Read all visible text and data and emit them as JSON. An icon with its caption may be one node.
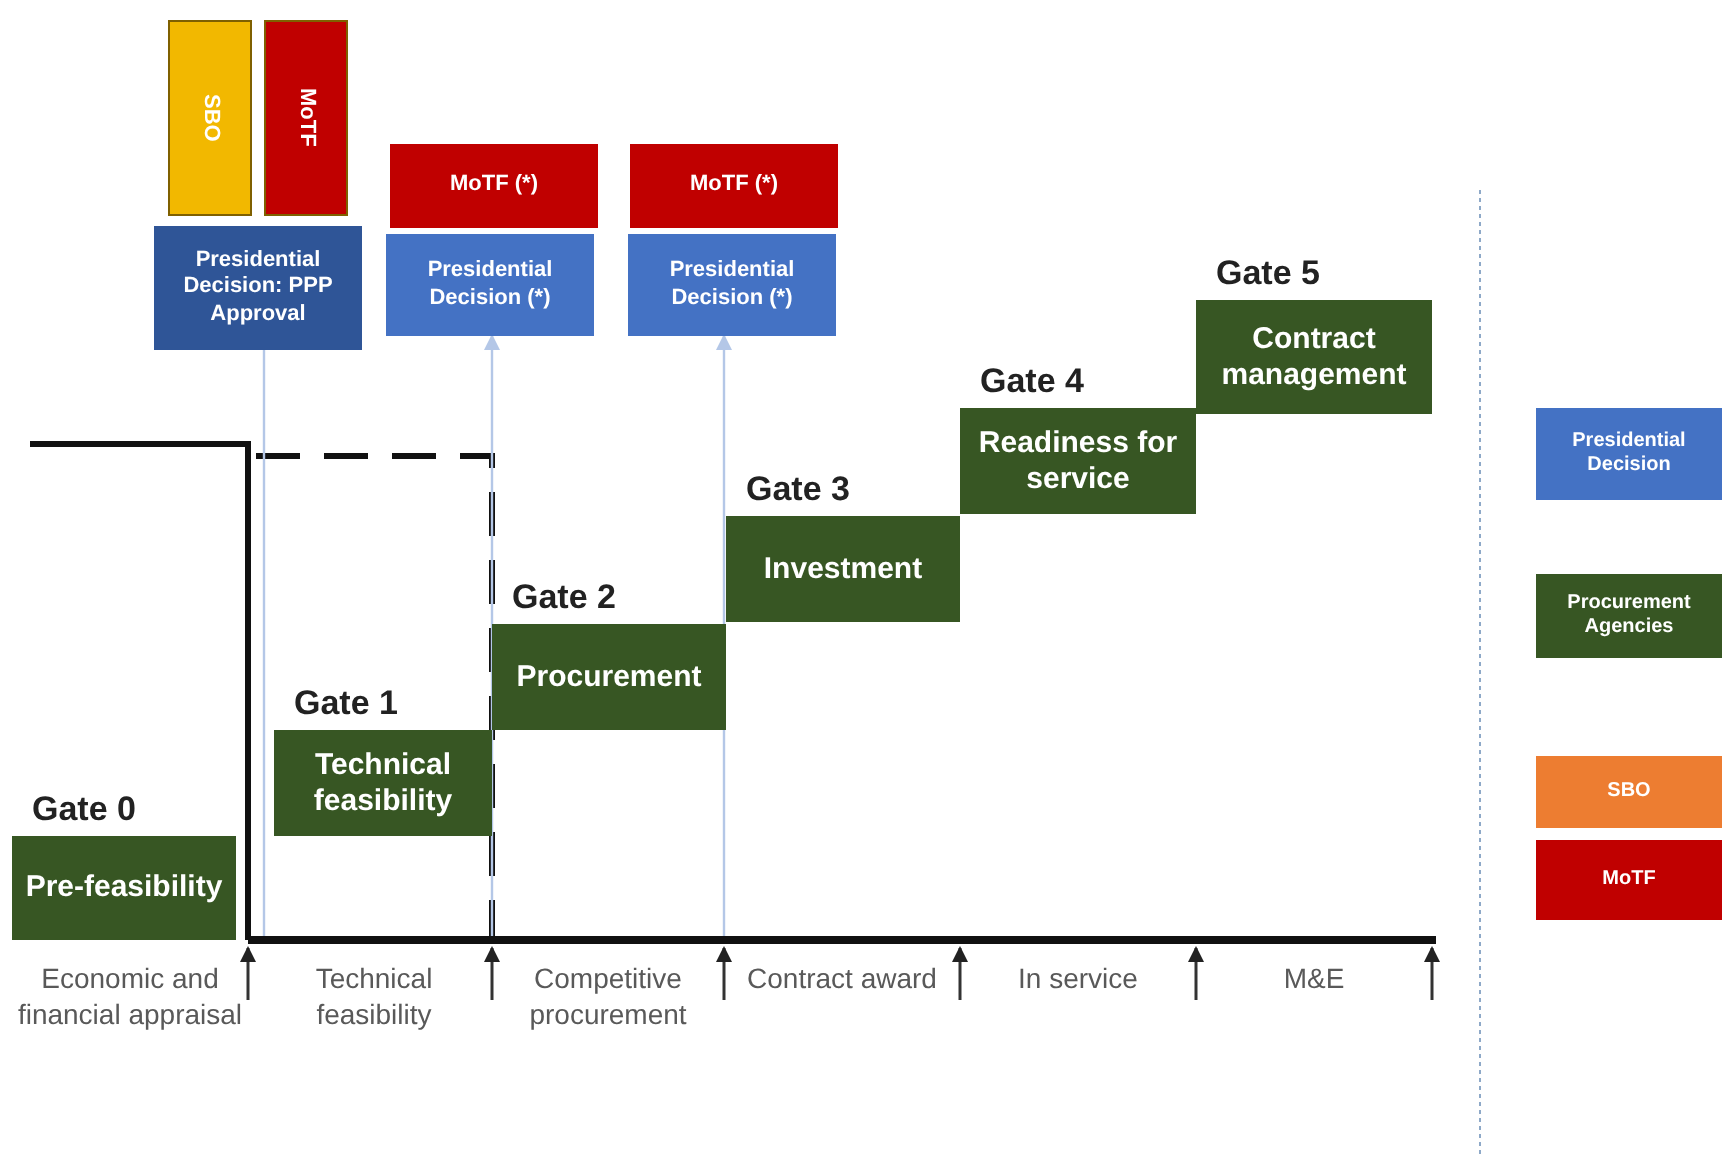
{
  "diagram": {
    "nodes": [
      {
        "text": [
          "SBO"
        ]
      },
      {
        "text": [
          "MoTF"
        ]
      },
      {
        "text": [
          "Presidential Decision: PPP Approval"
        ]
      },
      {
        "text": [
          "MoTF (*)"
        ]
      },
      {
        "text": [
          "Presidential Decision (*)"
        ]
      },
      {
        "text": [
          "MoTF (*)"
        ]
      },
      {
        "text": [
          "Presidential Decision (*)"
        ]
      },
      {
        "text": [
          "Gate 0",
          "Pre-feasibility"
        ]
      },
      {
        "text": [
          "Gate 1",
          "Technical feasibility"
        ]
      },
      {
        "text": [
          "Gate 2",
          "Procurement"
        ]
      },
      {
        "text": [
          "Gate 3",
          "Investment"
        ]
      },
      {
        "text": [
          "Gate 4",
          "Readiness for service"
        ]
      },
      {
        "text": [
          "Gate 5",
          "Contract management"
        ]
      }
    ],
    "edges": [
      {
        "from": null,
        "to": 2,
        "arrow": "none"
      },
      {
        "from": null,
        "to": 4,
        "arrow": "to"
      },
      {
        "from": null,
        "to": 6,
        "arrow": "to"
      }
    ],
    "labels": [
      "Economic and financial appraisal",
      "Technical feasibility",
      "Competitive procurement",
      "Contract award",
      "In service",
      "M&E"
    ],
    "legend": [
      {
        "text": "Presidential Decision",
        "color": "#4472c4"
      },
      {
        "text": "Procurement Agencies",
        "color": "#375623"
      },
      {
        "text": "SBO",
        "color": "#ed7d31"
      },
      {
        "text": "MoTF",
        "color": "#c00000"
      }
    ]
  }
}
